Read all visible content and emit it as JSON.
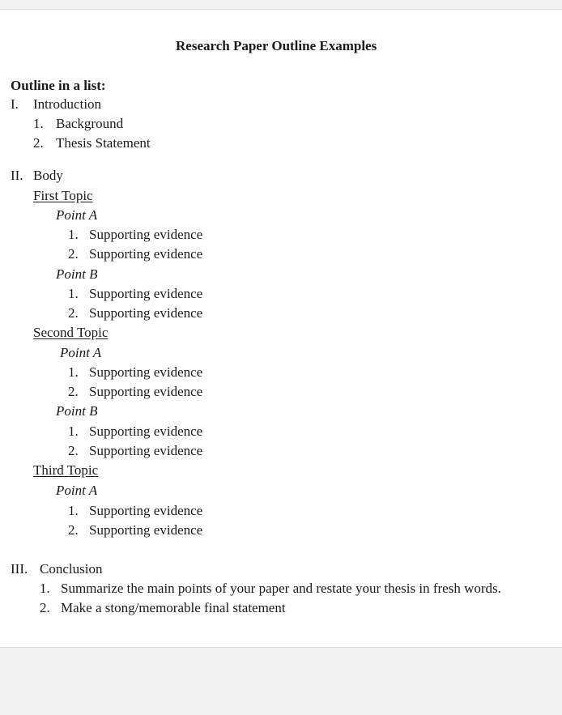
{
  "document": {
    "title": "Research Paper Outline Examples",
    "section_heading": "Outline in a list:",
    "introduction": {
      "marker": "I.",
      "label": "Introduction",
      "items": [
        {
          "num": "1.",
          "text": "Background"
        },
        {
          "num": "2.",
          "text": "Thesis Statement"
        }
      ]
    },
    "body": {
      "marker": "II.",
      "label": "Body",
      "topics": [
        {
          "label": "First Topic",
          "points": [
            {
              "label": "Point A",
              "items": [
                {
                  "num": "1.",
                  "text": "Supporting evidence"
                },
                {
                  "num": "2.",
                  "text": "Supporting evidence"
                }
              ]
            },
            {
              "label": "Point B",
              "items": [
                {
                  "num": "1.",
                  "text": "Supporting evidence"
                },
                {
                  "num": "2.",
                  "text": "Supporting evidence"
                }
              ]
            }
          ]
        },
        {
          "label": "Second Topic",
          "points": [
            {
              "label": "Point A",
              "items": [
                {
                  "num": "1.",
                  "text": "Supporting evidence"
                },
                {
                  "num": "2.",
                  "text": "Supporting evidence"
                }
              ]
            },
            {
              "label": "Point B",
              "items": [
                {
                  "num": "1.",
                  "text": "Supporting evidence"
                },
                {
                  "num": "2.",
                  "text": "Supporting evidence"
                }
              ]
            }
          ]
        },
        {
          "label": "Third Topic",
          "points": [
            {
              "label": "Point A",
              "items": [
                {
                  "num": "1.",
                  "text": "Supporting evidence"
                },
                {
                  "num": "2.",
                  "text": "Supporting evidence"
                }
              ]
            }
          ]
        }
      ]
    },
    "conclusion": {
      "marker": "III.",
      "label": "Conclusion",
      "items": [
        {
          "num": "1.",
          "text": "Summarize the main points of your paper and restate your thesis in fresh words."
        },
        {
          "num": "2.",
          "text": "Make a stong/memorable final statement"
        }
      ]
    }
  }
}
